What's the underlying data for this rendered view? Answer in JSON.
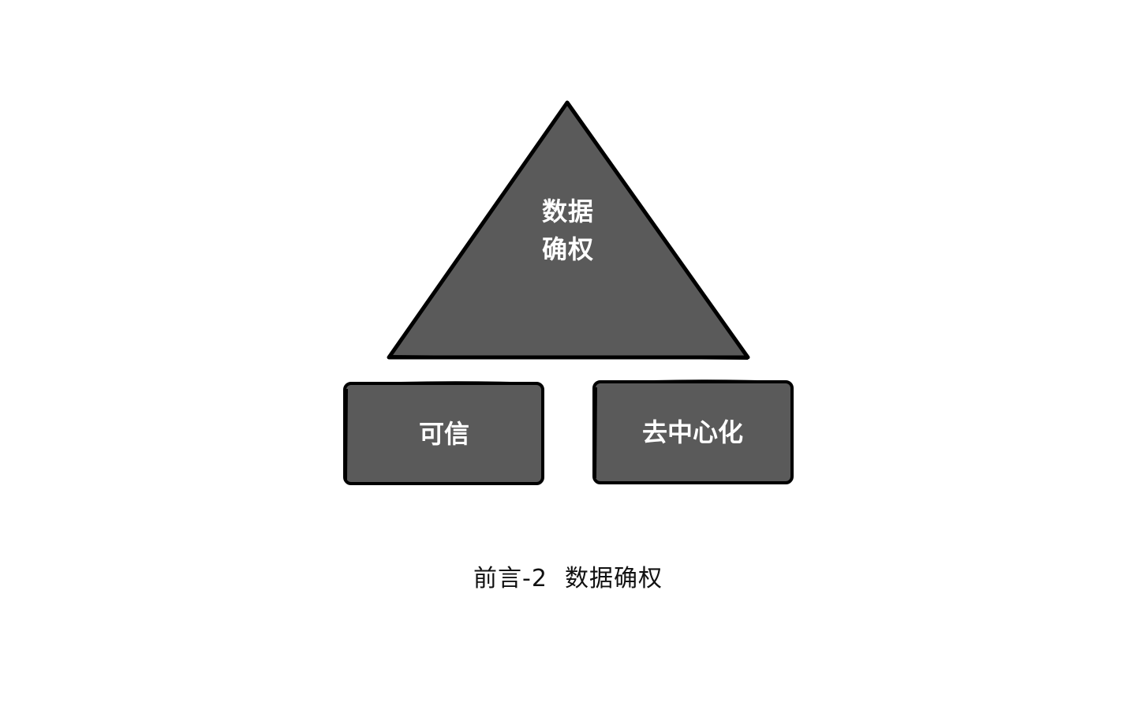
{
  "diagram": {
    "apex": {
      "lines": [
        "数据",
        "确权"
      ]
    },
    "left_box": {
      "label": "可信"
    },
    "right_box": {
      "label": "去中心化"
    },
    "caption": {
      "prefix": "前言-2",
      "title": "数据确权"
    }
  },
  "colors": {
    "fill": "#5a5a5a",
    "stroke": "#000000",
    "label_text": "#ffffff",
    "background": "#ffffff"
  }
}
